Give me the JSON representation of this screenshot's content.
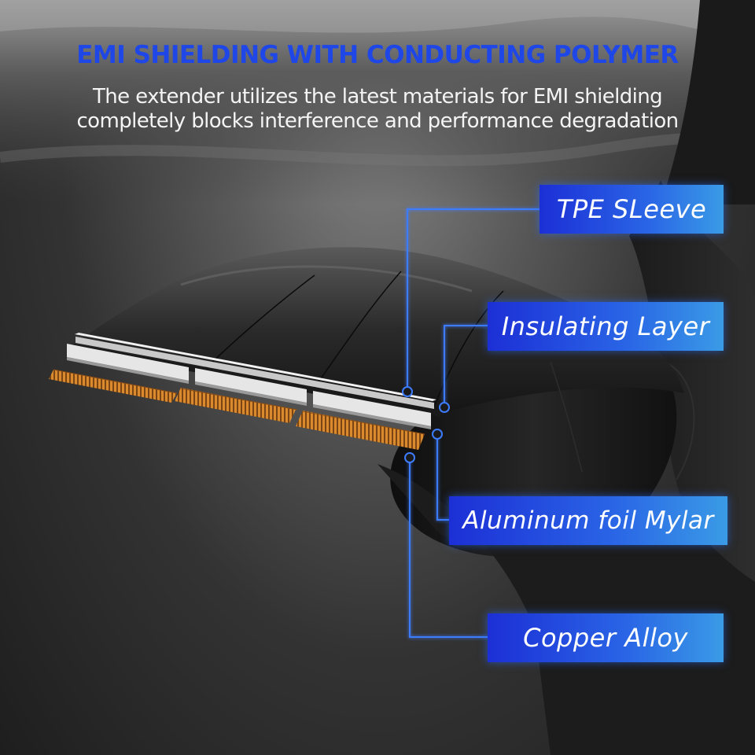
{
  "header": {
    "title": "EMI SHIELDING WITH CONDUCTING POLYMER",
    "subtitle_line1": "The extender utilizes the latest materials for EMI shielding",
    "subtitle_line2": "completely blocks interference and performance degradation"
  },
  "callouts": {
    "tpe": "TPE SLeeve",
    "insulating": "Insulating Layer",
    "aluminum": "Aluminum foil Mylar",
    "copper": "Copper Alloy"
  },
  "colors": {
    "title_blue": "#1f47e8",
    "callout_blue": "#2a66e6",
    "leader_line": "#3d7bff",
    "copper": "#d98a2e"
  }
}
